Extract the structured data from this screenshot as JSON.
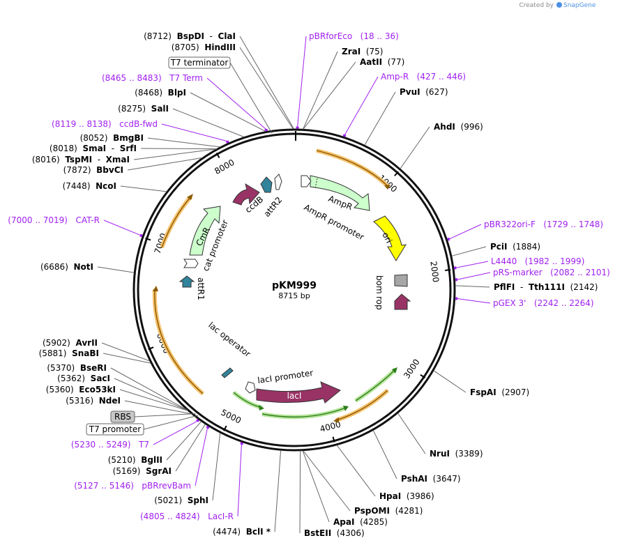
{
  "credit": {
    "prefix": "Created by",
    "brand": "SnapGene"
  },
  "plasmid": {
    "name": "pKM999",
    "length_label": "8715 bp",
    "length": 8715
  },
  "ticks": [
    {
      "pos": 1000,
      "label": "1000"
    },
    {
      "pos": 2000,
      "label": "2000"
    },
    {
      "pos": 3000,
      "label": "3000"
    },
    {
      "pos": 4000,
      "label": "4000"
    },
    {
      "pos": 5000,
      "label": "5000"
    },
    {
      "pos": 6000,
      "label": "6000"
    },
    {
      "pos": 7000,
      "label": "7000"
    },
    {
      "pos": 8000,
      "label": "8000"
    }
  ],
  "sites": [
    {
      "name": "BspDI",
      "name2": "ClaI",
      "pos_label": "(8712)",
      "pos": 8712
    },
    {
      "name": "HindIII",
      "pos_label": "(8705)",
      "pos": 8705
    },
    {
      "name": "ZraI",
      "pos_label": "(75)",
      "pos": 75
    },
    {
      "name": "AatII",
      "pos_label": "(77)",
      "pos": 77
    },
    {
      "name": "PvuI",
      "pos_label": "(627)",
      "pos": 627
    },
    {
      "name": "AhdI",
      "pos_label": "(996)",
      "pos": 996
    },
    {
      "name": "PciI",
      "pos_label": "(1884)",
      "pos": 1884
    },
    {
      "name": "PflFI",
      "name2": "Tth111I",
      "pos_label": "(2142)",
      "pos": 2142
    },
    {
      "name": "FspAI",
      "pos_label": "(2907)",
      "pos": 2907
    },
    {
      "name": "NruI",
      "pos_label": "(3389)",
      "pos": 3389
    },
    {
      "name": "PshAI",
      "pos_label": "(3647)",
      "pos": 3647
    },
    {
      "name": "HpaI",
      "pos_label": "(3986)",
      "pos": 3986
    },
    {
      "name": "PspOMI",
      "pos_label": "(4281)",
      "pos": 4281
    },
    {
      "name": "ApaI",
      "pos_label": "(4285)",
      "pos": 4285
    },
    {
      "name": "BstEII",
      "pos_label": "(4306)",
      "pos": 4306
    },
    {
      "name": "BclI *",
      "pos_label": "(4474)",
      "pos": 4474
    },
    {
      "name": "SphI",
      "pos_label": "(5021)",
      "pos": 5021
    },
    {
      "name": "SgrAI",
      "pos_label": "(5169)",
      "pos": 5169
    },
    {
      "name": "BglII",
      "pos_label": "(5210)",
      "pos": 5210
    },
    {
      "name": "NdeI",
      "pos_label": "(5316)",
      "pos": 5316
    },
    {
      "name": "Eco53kI",
      "pos_label": "(5360)",
      "pos": 5360
    },
    {
      "name": "SacI",
      "pos_label": "(5362)",
      "pos": 5362
    },
    {
      "name": "BseRI",
      "pos_label": "(5370)",
      "pos": 5370
    },
    {
      "name": "SnaBI",
      "pos_label": "(5881)",
      "pos": 5881
    },
    {
      "name": "AvrII",
      "pos_label": "(5902)",
      "pos": 5902
    },
    {
      "name": "NotI",
      "pos_label": "(6686)",
      "pos": 6686
    },
    {
      "name": "NcoI",
      "pos_label": "(7448)",
      "pos": 7448
    },
    {
      "name": "BbvCI",
      "pos_label": "(7872)",
      "pos": 7872
    },
    {
      "name": "TspMI",
      "name2": "XmaI",
      "pos_label": "(8016)",
      "pos": 8016
    },
    {
      "name": "SmaI",
      "name2": "SrfI",
      "pos_label": "(8018)",
      "pos": 8018
    },
    {
      "name": "BmgBI",
      "pos_label": "(8052)",
      "pos": 8052
    },
    {
      "name": "SalI",
      "pos_label": "(8275)",
      "pos": 8275
    },
    {
      "name": "BlpI",
      "pos_label": "(8468)",
      "pos": 8468
    }
  ],
  "primers": [
    {
      "name": "pBRforEco",
      "range": "(18 .. 36)",
      "pos": 27
    },
    {
      "name": "Amp-R",
      "range": "(427 .. 446)",
      "pos": 436
    },
    {
      "name": "pBR322ori-F",
      "range": "(1729 .. 1748)",
      "pos": 1738
    },
    {
      "name": "L4440",
      "range": "(1982 .. 1999)",
      "pos": 1990
    },
    {
      "name": "pRS-marker",
      "range": "(2082 .. 2101)",
      "pos": 2091
    },
    {
      "name": "pGEX 3'",
      "range": "(2242 .. 2264)",
      "pos": 2253
    },
    {
      "name": "LacI-R",
      "range": "(4805 .. 4824)",
      "pos": 4814
    },
    {
      "name": "pBRrevBam",
      "range": "(5127 .. 5146)",
      "pos": 5136
    },
    {
      "name": "T7",
      "range": "(5230 .. 5249)",
      "pos": 5240
    },
    {
      "name": "CAT-R",
      "range": "(7000 .. 7019)",
      "pos": 7010
    },
    {
      "name": "ccdB-fwd",
      "range": "(8119 .. 8138)",
      "pos": 8128
    },
    {
      "name": "T7 Term",
      "range": "(8465 .. 8483)",
      "pos": 8474
    }
  ],
  "boxed": [
    {
      "label": "T7 terminator",
      "pos": 8520
    },
    {
      "label": "RBS",
      "pos": 5290
    },
    {
      "label": "T7 promoter",
      "pos": 5265
    }
  ],
  "features": [
    {
      "label": "AmpR",
      "kind": "arrow",
      "color": "#ccffcc"
    },
    {
      "label": "AmpR promoter",
      "kind": "arrow",
      "color": "#ffffff"
    },
    {
      "label": "ori",
      "kind": "arrow",
      "color": "#ffff00"
    },
    {
      "label": "bom",
      "kind": "box",
      "color": "#a6a6a6"
    },
    {
      "label": "rop",
      "kind": "arrow",
      "color": "#993366"
    },
    {
      "label": "lacI promoter",
      "kind": "arrow",
      "color": "#ffffff"
    },
    {
      "label": "lacI",
      "kind": "arrow",
      "color": "#993366"
    },
    {
      "label": "lac operator",
      "kind": "box",
      "color": "#31849b"
    },
    {
      "label": "attR1",
      "kind": "arrow",
      "color": "#31849b"
    },
    {
      "label": "cat promoter",
      "kind": "arrow",
      "color": "#ffffff"
    },
    {
      "label": "CmR",
      "kind": "arrow",
      "color": "#ccffcc"
    },
    {
      "label": "ccdB",
      "kind": "arrow",
      "color": "#993366"
    },
    {
      "label": "attR2",
      "kind": "arrow",
      "color": "#31849b"
    }
  ],
  "colors": {
    "primer": "#a020f0",
    "orf": "#f5a623",
    "orf_green": "#58b332"
  }
}
